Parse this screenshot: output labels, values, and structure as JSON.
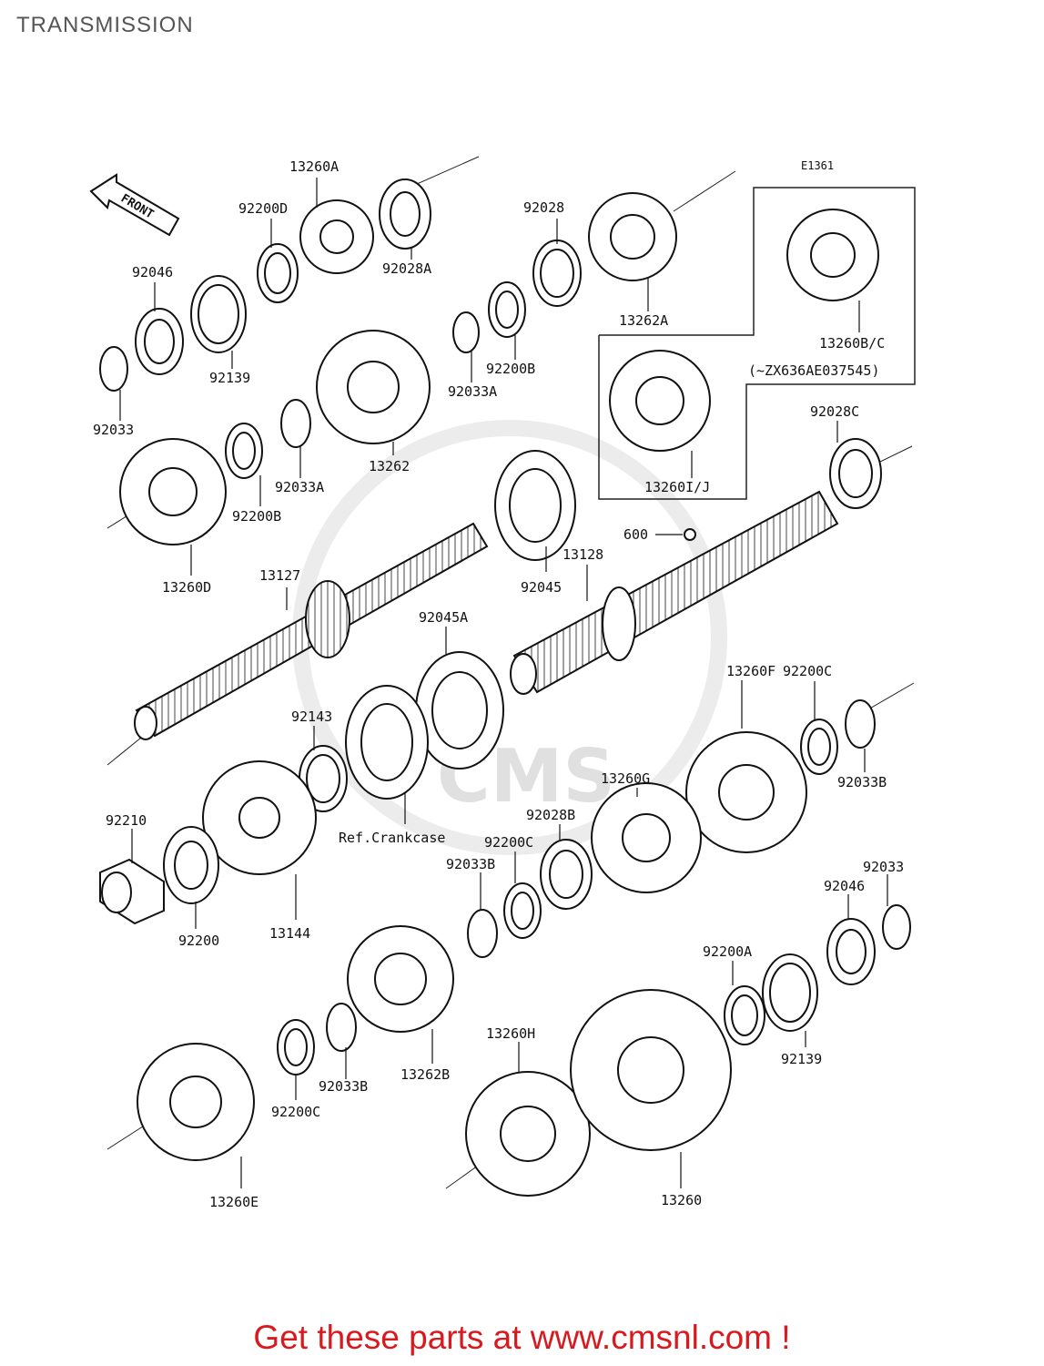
{
  "page": {
    "title": "TRANSMISSION",
    "promo": "Get these parts at www.cmsnl.com !"
  },
  "diagram": {
    "code": "E1361",
    "front_label": "FRONT",
    "watermark": "CMS",
    "ref_crankcase": "Ref.Crankcase",
    "variant_note": "(~ZX636AE037545)",
    "labels": {
      "p13260A": "13260A",
      "p92200D": "92200D",
      "p92028A": "92028A",
      "p92028": "92028",
      "p13262A": "13262A",
      "p92046_top": "92046",
      "p92139_top": "92139",
      "p92033_top": "92033",
      "p92033A_1": "92033A",
      "p92200B_1": "92200B",
      "p13262": "13262",
      "p92033A_2": "92033A",
      "p92200B_2": "92200B",
      "p13260D": "13260D",
      "p13260BC": "13260B/C",
      "p13260IJ": "13260I/J",
      "p92028C": "92028C",
      "p600": "600",
      "p13128": "13128",
      "p92045": "92045",
      "p13127": "13127",
      "p92045A": "92045A",
      "p92143": "92143",
      "p13260F": "13260F",
      "p92200C_1": "92200C",
      "p92033B_1": "92033B",
      "p13260G": "13260G",
      "p92028B": "92028B",
      "p92200C_2": "92200C",
      "p92033B_2": "92033B",
      "p92210": "92210",
      "p92200": "92200",
      "p13144": "13144",
      "p92033_bot": "92033",
      "p92046_bot": "92046",
      "p92200A": "92200A",
      "p92139_bot": "92139",
      "p13262B": "13262B",
      "p92033B_3": "92033B",
      "p92200C_3": "92200C",
      "p13260H": "13260H",
      "p13260E": "13260E",
      "p13260": "13260"
    }
  }
}
